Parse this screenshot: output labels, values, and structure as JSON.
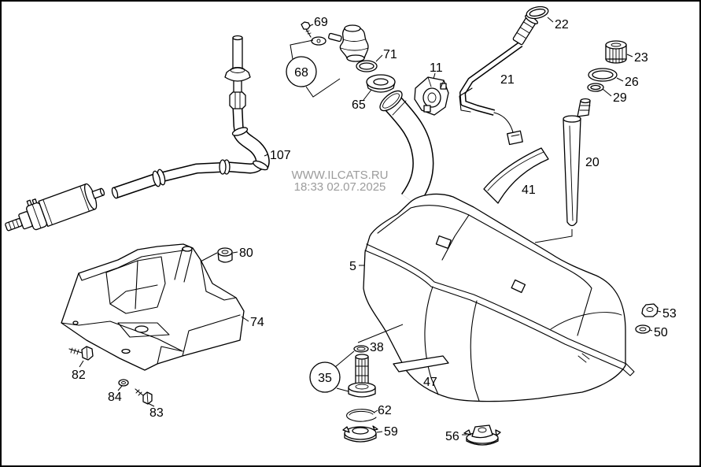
{
  "watermark": {
    "site": "WWW.ILCATS.RU",
    "timestamp": "18:33 02.07.2025"
  },
  "callouts": [
    "69",
    "22",
    "71",
    "11",
    "68",
    "23",
    "21",
    "26",
    "29",
    "65",
    "107",
    "20",
    "41",
    "80",
    "5",
    "74",
    "53",
    "50",
    "38",
    "82",
    "35",
    "47",
    "84",
    "83",
    "62",
    "59",
    "56"
  ],
  "colors": {
    "line": "#000000",
    "background": "#ffffff",
    "watermark": "#9c9c9c"
  }
}
